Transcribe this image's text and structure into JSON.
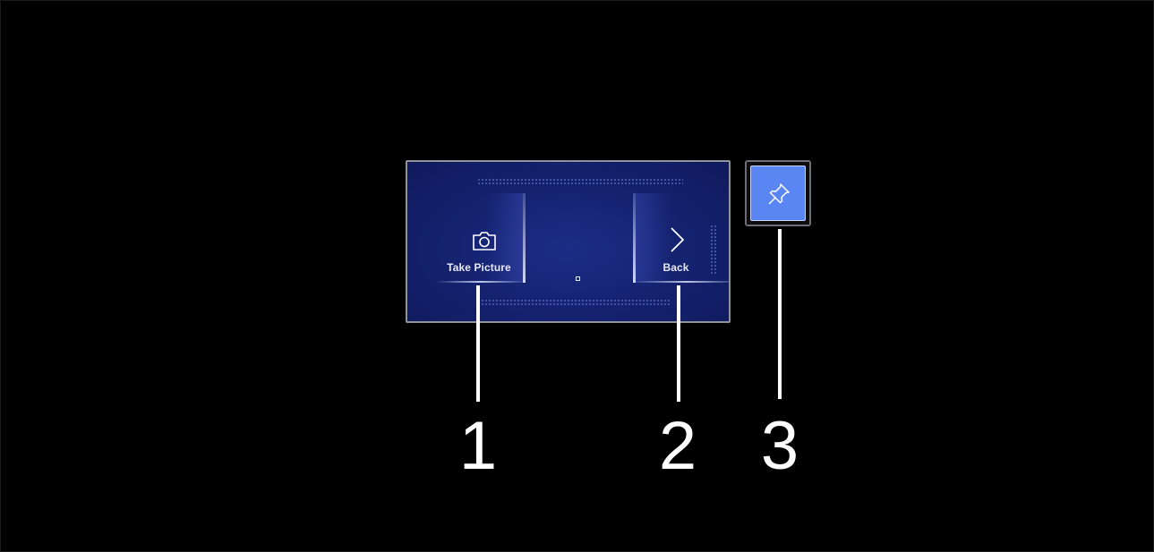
{
  "panel": {
    "buttons": [
      {
        "label": "Take Picture",
        "icon": "camera-icon"
      },
      {
        "label": "Back",
        "icon": "chevron-right-icon"
      }
    ]
  },
  "pin": {
    "icon": "pin-icon",
    "color": "#5a86f4"
  },
  "callouts": [
    "1",
    "2",
    "3"
  ],
  "colors": {
    "background": "#000000",
    "panel": "#14216e",
    "pin_button": "#5a86f4",
    "callout": "#ffffff"
  }
}
